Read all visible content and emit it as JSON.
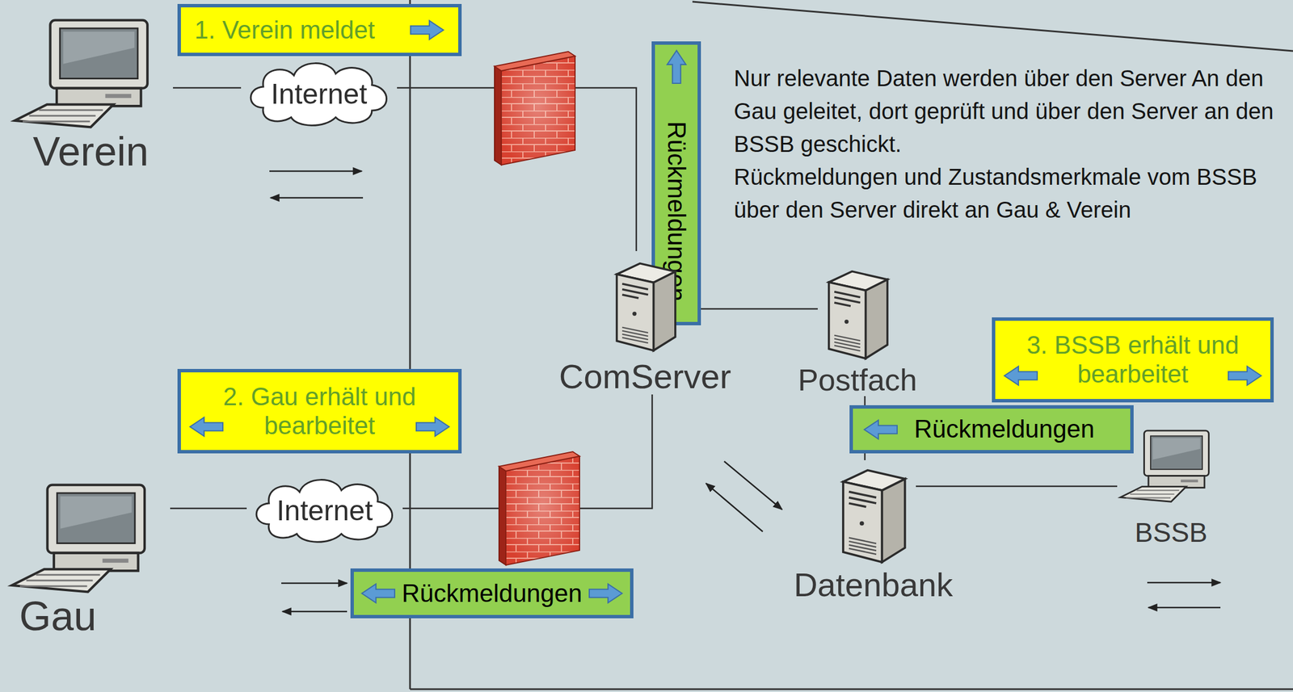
{
  "diagram": {
    "nodes": [
      {
        "text": [
          "1. Verein meldet"
        ]
      },
      {
        "text": [
          "Verein"
        ]
      },
      {
        "text": [
          "Internet"
        ]
      },
      {
        "text": [
          "Rückmeldungen"
        ]
      },
      {
        "text": [
          "ComServer"
        ]
      },
      {
        "text": [
          "Postfach"
        ]
      },
      {
        "text": [
          "3. BSSB erhält und bearbeitet"
        ]
      },
      {
        "text": [
          "2. Gau erhält und bearbeitet"
        ]
      },
      {
        "text": [
          "Rückmeldungen"
        ]
      },
      {
        "text": [
          "Internet"
        ]
      },
      {
        "text": [
          "Gau"
        ]
      },
      {
        "text": [
          "Datenbank"
        ]
      },
      {
        "text": [
          "BSSB"
        ]
      },
      {
        "text": [
          "Rückmeldungen"
        ]
      }
    ],
    "edges": [
      {
        "from": 1,
        "to": 2,
        "arrow": "none"
      },
      {
        "from": 2,
        "to": 4,
        "arrow": "none"
      },
      {
        "from": 10,
        "to": 9,
        "arrow": "none"
      },
      {
        "from": 9,
        "to": 4,
        "arrow": "none"
      },
      {
        "from": 4,
        "to": 5,
        "arrow": "none"
      },
      {
        "from": 5,
        "to": 11,
        "arrow": "none"
      },
      {
        "from": 11,
        "to": 12,
        "arrow": "none"
      }
    ],
    "labels": [
      "Nur relevante Daten werden über den Server An den Gau geleitet, dort geprüft und über den Server an den BSSB geschickt.",
      "Rückmeldungen und Zustandsmerkmale vom BSSB über den Server direkt an Gau & Verein"
    ]
  }
}
